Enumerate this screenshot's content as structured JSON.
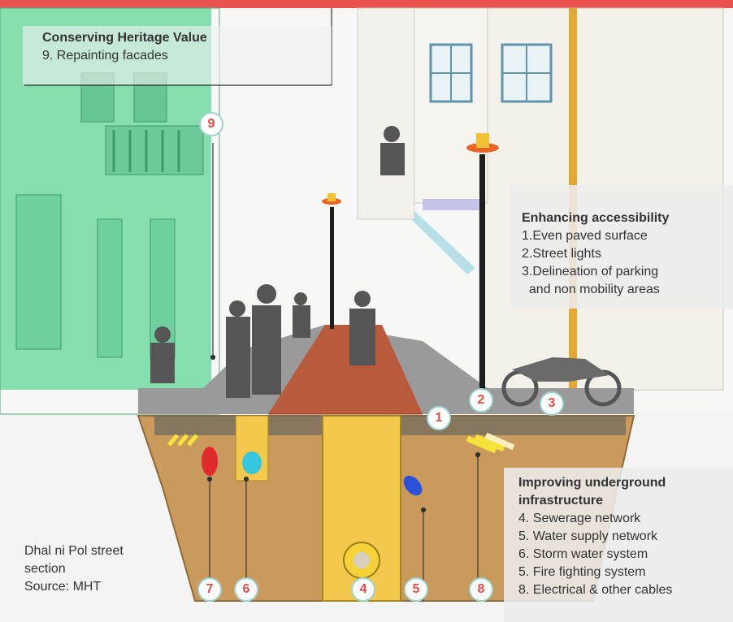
{
  "colors": {
    "accent_bar": "#e8534f",
    "heritage_green": "#7fdcaa",
    "marker_text": "#e64c45",
    "marker_ring": "#9fd3d0",
    "soil": "#c99a5c",
    "brick": "#b85a3c",
    "panel_bg": "#ececec"
  },
  "heritage": {
    "title": "Conserving  Heritage Value",
    "item": "9. Repainting facades"
  },
  "accessibility": {
    "title": "Enhancing accessibility",
    "items": [
      "1.Even paved surface",
      "2.Street lights",
      "3.Delineation of parking",
      "  and non mobility areas"
    ]
  },
  "underground": {
    "title_line1": "Improving underground",
    "title_line2": "infrastructure",
    "items": [
      "4. Sewerage network",
      "5. Water supply network",
      "6. Storm water system",
      "5. Fire fighting system",
      "8. Electrical & other cables"
    ]
  },
  "caption": {
    "line1": "Dhal ni Pol street",
    "line2": "section",
    "line3": "Source: MHT"
  },
  "markers": {
    "m1": "1",
    "m2": "2",
    "m3": "3",
    "m4": "4",
    "m5": "5",
    "m6": "6",
    "m7": "7",
    "m8": "8",
    "m9": "9"
  },
  "icons": [
    "street-lamp-icon",
    "motorcycle-icon",
    "person-silhouette-icon",
    "pipe-icon"
  ]
}
